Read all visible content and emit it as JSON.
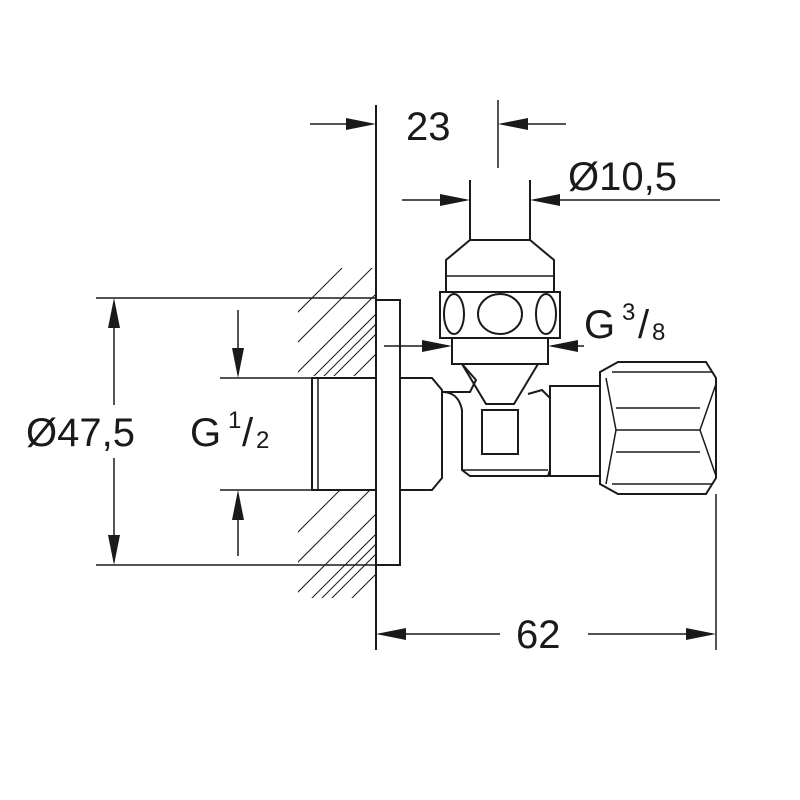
{
  "dimensions": {
    "width_top": "23",
    "outlet_diameter": "Ø10,5",
    "flange_diameter": "Ø47,5",
    "total_length": "62"
  },
  "threads": {
    "inlet": {
      "prefix": "G",
      "numerator": "1",
      "slash": "/",
      "denominator": "2"
    },
    "outlet": {
      "prefix": "G",
      "numerator": "3",
      "slash": "/",
      "denominator": "8"
    }
  },
  "colors": {
    "ink": "#1a1a1a",
    "background": "#ffffff"
  }
}
